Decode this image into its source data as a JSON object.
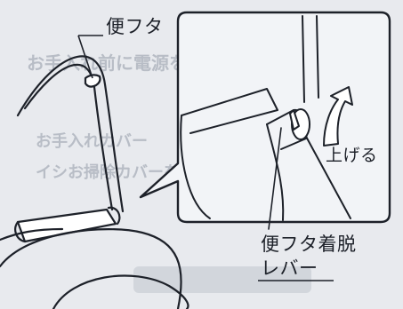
{
  "labels": {
    "lid": "便フタ",
    "raise": "上げる",
    "lever_line1": "便フタ着脱",
    "lever_line2": "レバー"
  },
  "background_text": {
    "line1": "お手入れ前に電源を必ず抜いてください",
    "line2": "お手入れカバー",
    "line3": "イシお掃除カバーをおろ"
  },
  "colors": {
    "ink": "#1d2129",
    "paper": "#e8eaee",
    "watermark": "#b8bdc6",
    "arrow_fill": "#ffffff"
  }
}
